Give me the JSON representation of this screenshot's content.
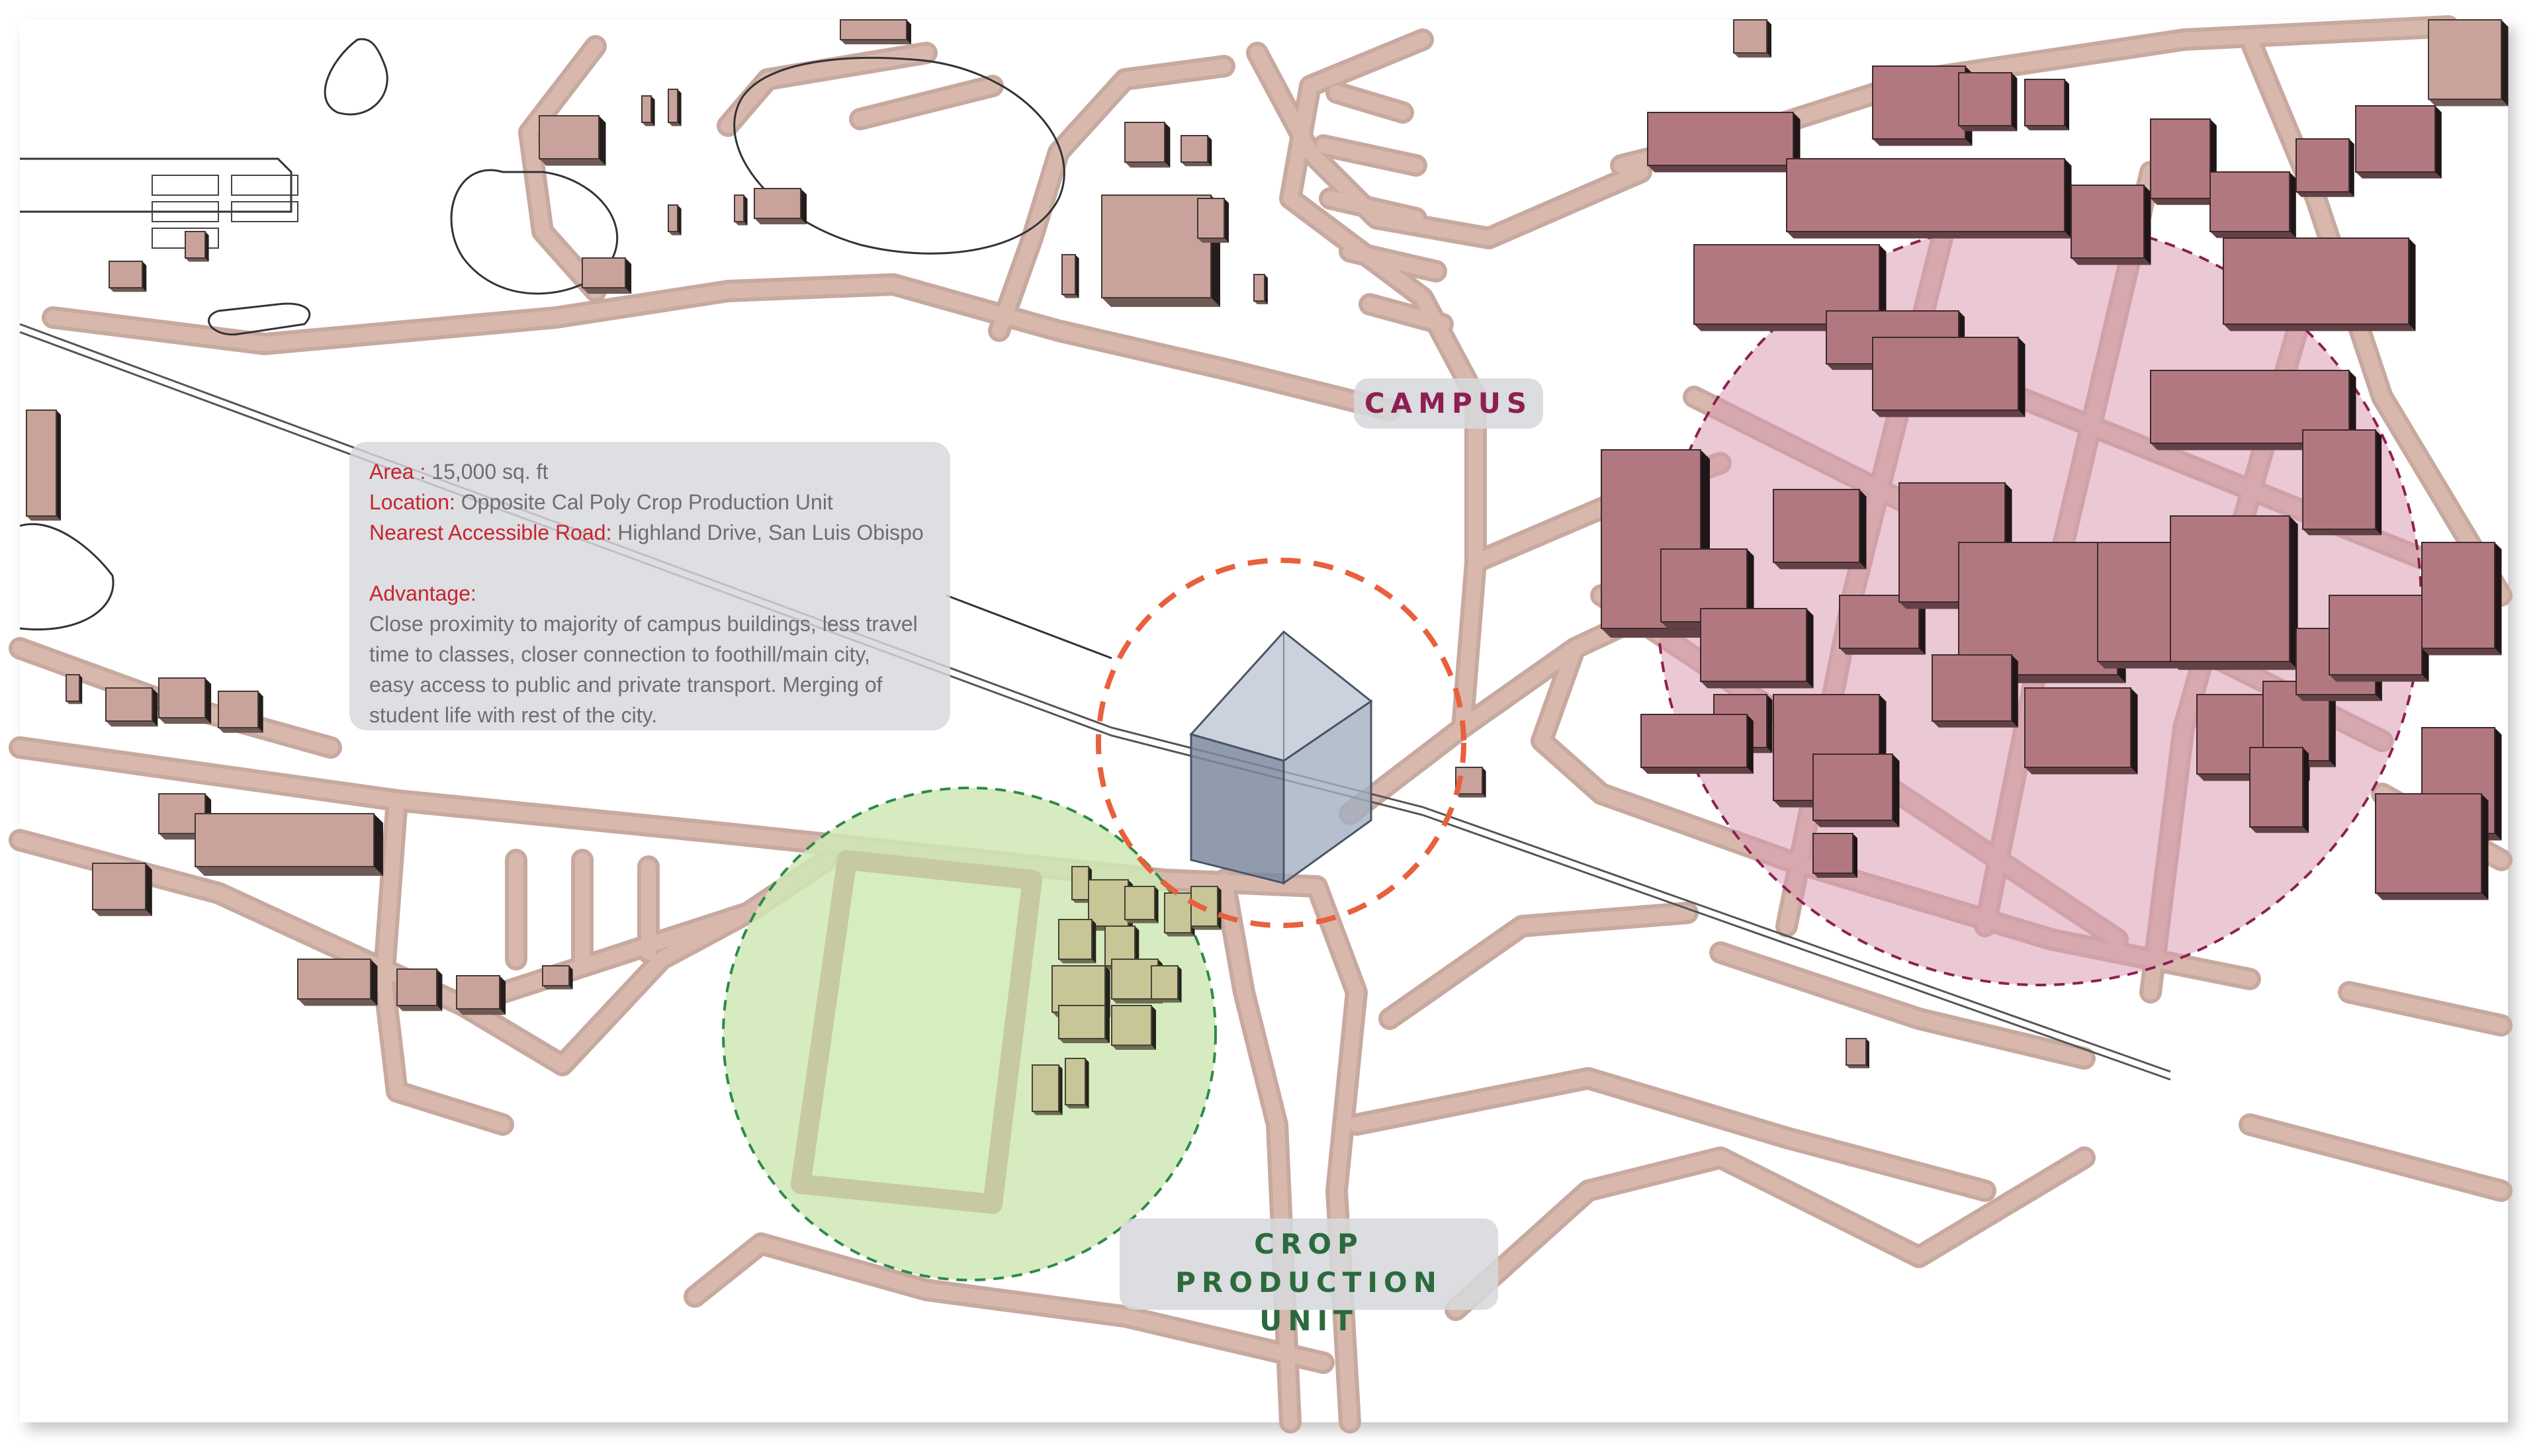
{
  "labels": {
    "campus": "CAMPUS",
    "crop_line1": "CROP PRODUCTION",
    "crop_line2": "UNIT"
  },
  "site_info": {
    "area_label": "Area :",
    "area_value": "15,000 sq. ft",
    "location_label": "Location:",
    "location_value": "Opposite Cal Poly Crop Production Unit",
    "road_label": "Nearest Accessible Road:",
    "road_value": "Highland Drive, San Luis Obispo",
    "advantage_label": "Advantage:",
    "advantage_lines": [
      "Close proximity to majority of campus buildings, less travel",
      "time to classes, closer connection to foothill/main city,",
      "easy access to public and private transport. Merging of",
      "student life with rest of the city."
    ]
  },
  "colors": {
    "road": "#d8b8ad",
    "building": "#c9a39b",
    "campus_zone": "#d99bb0",
    "campus_building": "#b27880",
    "campus_text": "#8e1f52",
    "crop_zone": "#cfe8b4",
    "crop_building": "#c8c596",
    "crop_text": "#2b6a3d",
    "site_circle": "#e8603c",
    "site_block": "#8a98ac",
    "key_text": "#c8242f"
  }
}
